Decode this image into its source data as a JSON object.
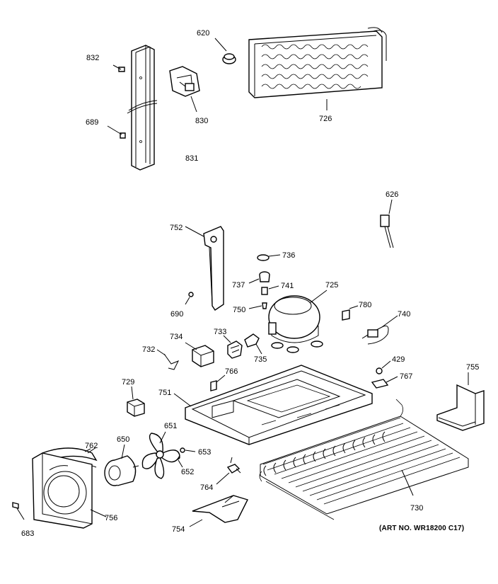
{
  "art_number": "(ART NO. WR18200 C17)",
  "labels": {
    "p620": "620",
    "p832": "832",
    "p830": "830",
    "p726": "726",
    "p689": "689",
    "p831": "831",
    "p626": "626",
    "p752": "752",
    "p736": "736",
    "p737": "737",
    "p741": "741",
    "p725": "725",
    "p690": "690",
    "p750": "750",
    "p780": "780",
    "p740": "740",
    "p733": "733",
    "p734": "734",
    "p732": "732",
    "p735": "735",
    "p429": "429",
    "p767": "767",
    "p766": "766",
    "p755": "755",
    "p729": "729",
    "p751": "751",
    "p651": "651",
    "p650": "650",
    "p762": "762",
    "p653": "653",
    "p652": "652",
    "p764": "764",
    "p730": "730",
    "p683": "683",
    "p756": "756",
    "p754": "754"
  }
}
